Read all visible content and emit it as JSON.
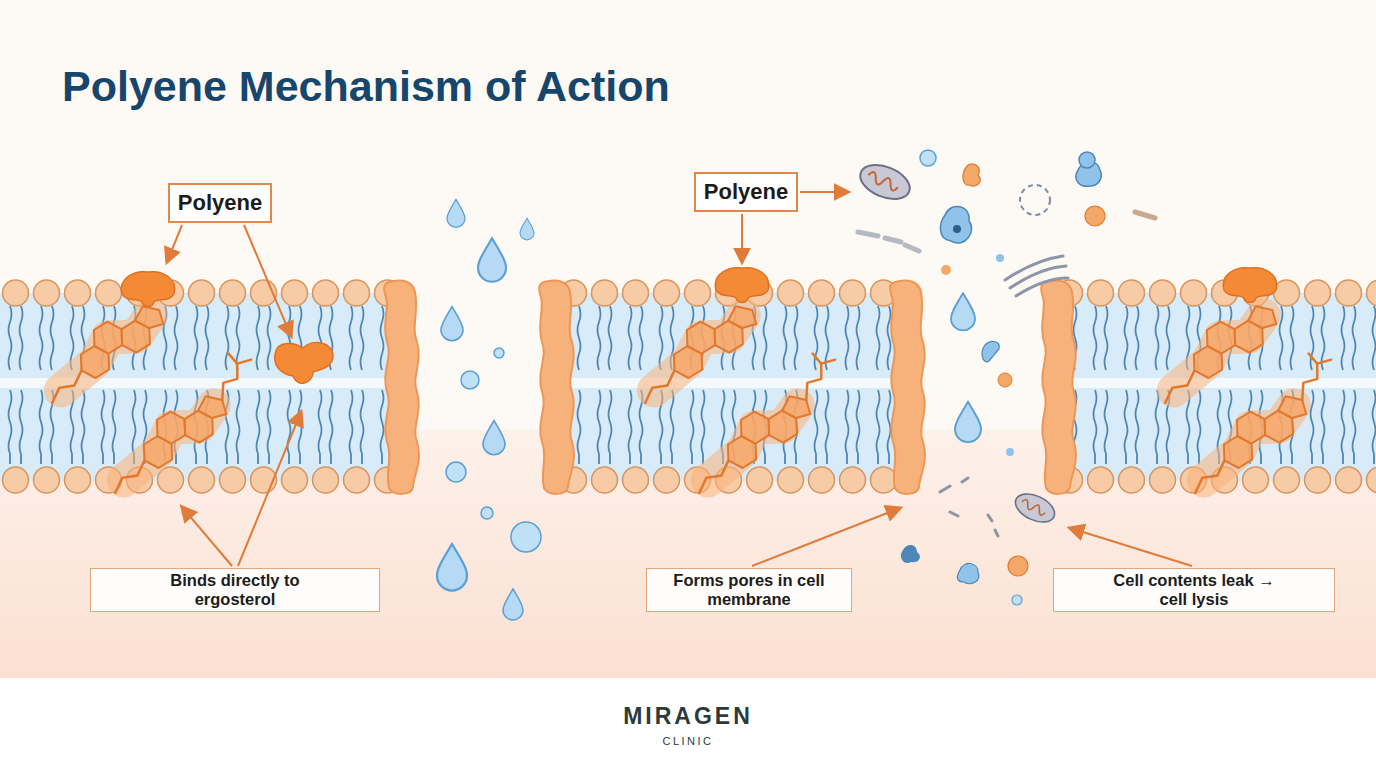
{
  "diagram": {
    "title": "Polyene Mechanism of Action",
    "nodes": [
      {
        "text": [
          "Polyene"
        ]
      },
      {
        "text": [
          "Polyene"
        ]
      },
      {
        "text": [
          "Binds directly to ergosterol"
        ]
      },
      {
        "text": [
          "Forms pores in cell membrane"
        ]
      },
      {
        "text": [
          "Cell contents leak → cell lysis"
        ]
      }
    ],
    "labels": [
      "MIRAGEN",
      "CLINIC"
    ]
  }
}
